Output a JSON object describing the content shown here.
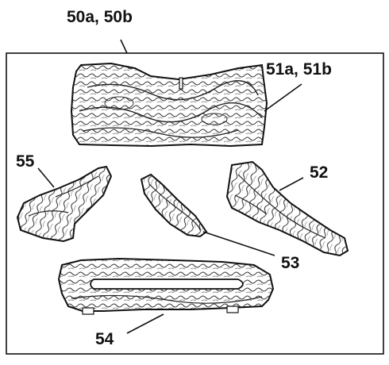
{
  "figure": {
    "callouts": {
      "c_50": "50a, 50b",
      "c_51": "51a, 51b",
      "c_52": "52",
      "c_53": "53",
      "c_54": "54",
      "c_55": "55"
    },
    "parts": [
      {
        "id": "50a-50b",
        "name": "frame"
      },
      {
        "id": "51a-51b",
        "name": "rear log"
      },
      {
        "id": "52",
        "name": "right angled log"
      },
      {
        "id": "53",
        "name": "center small log"
      },
      {
        "id": "54",
        "name": "front grate log"
      },
      {
        "id": "55",
        "name": "left angled log"
      }
    ],
    "colors": {
      "ink": "#111111",
      "bark": "#5a5a5a",
      "paper": "#ffffff"
    }
  }
}
